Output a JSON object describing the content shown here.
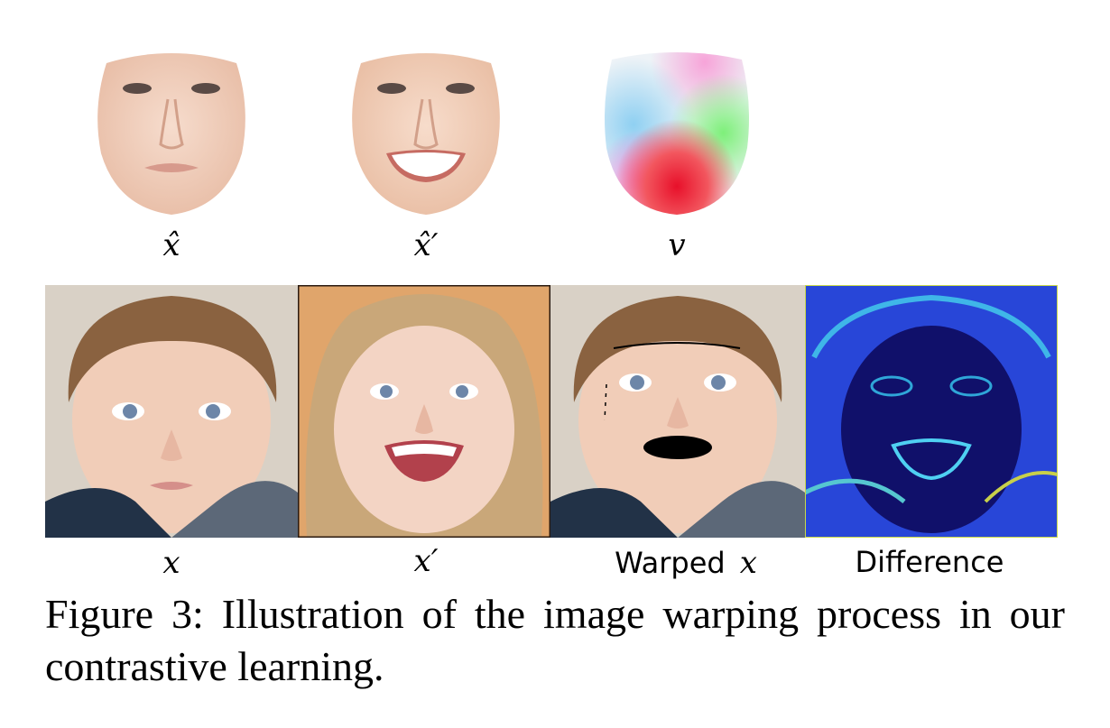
{
  "top_row": {
    "labels": {
      "neutral_face": "x̂",
      "expression_face": "x̂′",
      "flow_field": "v"
    }
  },
  "bottom_row": {
    "labels": {
      "source": "x",
      "target": "x′",
      "warped_word": "Warped",
      "warped_var": "x",
      "difference": "Difference"
    }
  },
  "caption": {
    "line1": "Figure 3: Illustration of the image warping process in our",
    "line2": "contrastive learning."
  },
  "colors": {
    "skin": "#f1cdb8",
    "hair_brown": "#8a6240",
    "hair_blond": "#c9a779",
    "shirt": "#5c6878",
    "background_beige": "#d9d1c6",
    "background_orange": "#e0a56b",
    "diff_dark": "#10106a",
    "diff_blue": "#2846d8"
  }
}
